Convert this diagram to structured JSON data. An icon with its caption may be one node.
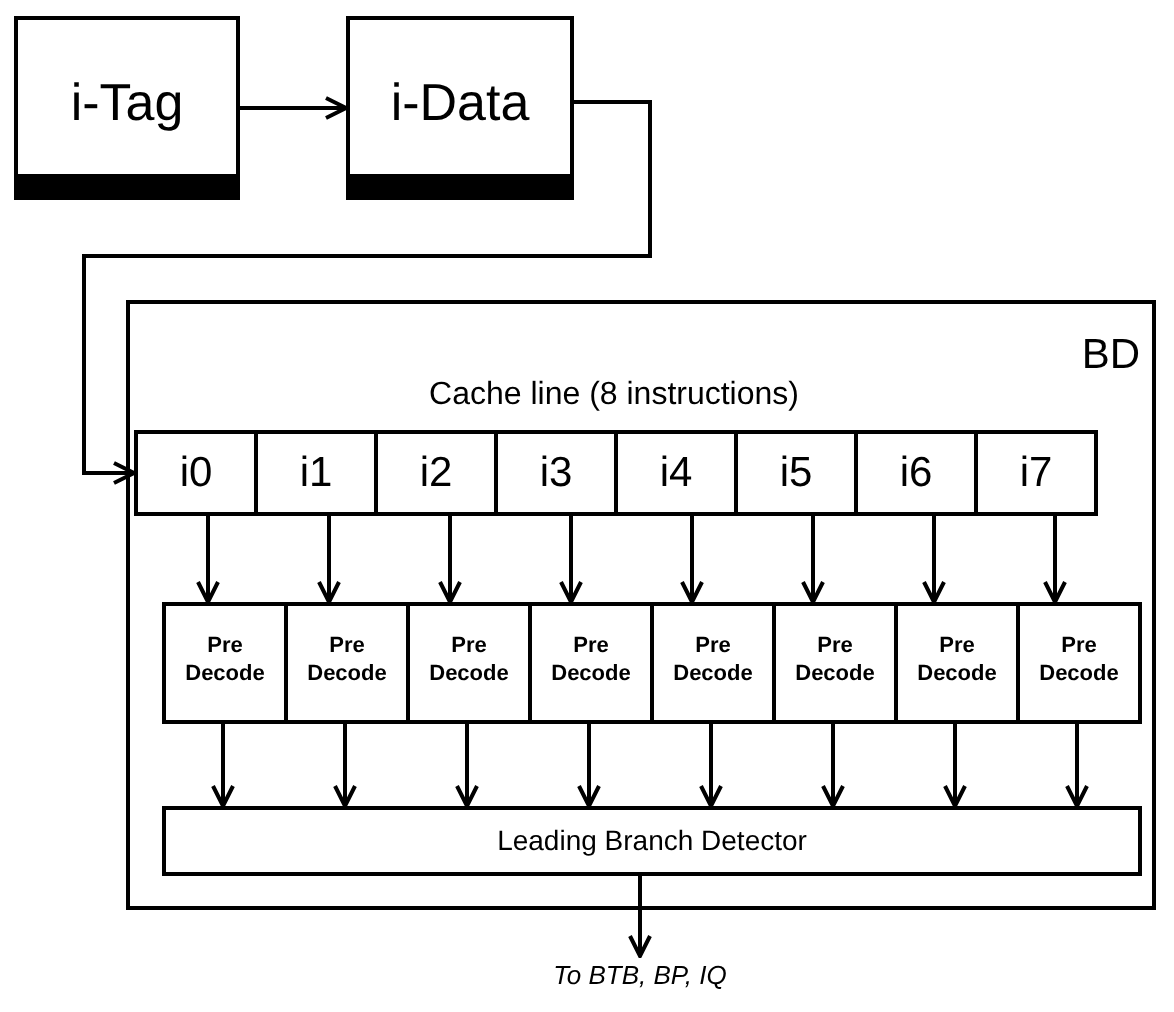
{
  "diagram": {
    "nodes": [
      {
        "text": [
          "i-Tag"
        ]
      },
      {
        "text": [
          "i-Data"
        ]
      },
      {
        "text": [
          "BD"
        ]
      },
      {
        "text": [
          "Cache line (8 instructions)"
        ],
        "in": 2
      },
      {
        "text": [
          "i0"
        ],
        "in": 3
      },
      {
        "text": [
          "i1"
        ],
        "in": 3
      },
      {
        "text": [
          "i2"
        ],
        "in": 3
      },
      {
        "text": [
          "i3"
        ],
        "in": 3
      },
      {
        "text": [
          "i4"
        ],
        "in": 3
      },
      {
        "text": [
          "i5"
        ],
        "in": 3
      },
      {
        "text": [
          "i6"
        ],
        "in": 3
      },
      {
        "text": [
          "i7"
        ],
        "in": 3
      },
      {
        "text": [
          "Pre Decode"
        ],
        "in": 2
      },
      {
        "text": [
          "Pre Decode"
        ],
        "in": 2
      },
      {
        "text": [
          "Pre Decode"
        ],
        "in": 2
      },
      {
        "text": [
          "Pre Decode"
        ],
        "in": 2
      },
      {
        "text": [
          "Pre Decode"
        ],
        "in": 2
      },
      {
        "text": [
          "Pre Decode"
        ],
        "in": 2
      },
      {
        "text": [
          "Pre Decode"
        ],
        "in": 2
      },
      {
        "text": [
          "Pre Decode"
        ],
        "in": 2
      },
      {
        "text": [
          "Leading Branch Detector"
        ],
        "in": 2
      },
      {
        "text": [
          "To BTB, BP, IQ"
        ]
      }
    ],
    "edges": [
      {
        "from": 0,
        "to": 1,
        "arrow": "to"
      },
      {
        "from": 1,
        "to": 4,
        "arrow": "to"
      },
      {
        "from": 4,
        "to": 12,
        "arrow": "to"
      },
      {
        "from": 5,
        "to": 13,
        "arrow": "to"
      },
      {
        "from": 6,
        "to": 14,
        "arrow": "to"
      },
      {
        "from": 7,
        "to": 15,
        "arrow": "to"
      },
      {
        "from": 8,
        "to": 16,
        "arrow": "to"
      },
      {
        "from": 9,
        "to": 17,
        "arrow": "to"
      },
      {
        "from": 10,
        "to": 18,
        "arrow": "to"
      },
      {
        "from": 11,
        "to": 19,
        "arrow": "to"
      },
      {
        "from": 12,
        "to": 20,
        "arrow": "to"
      },
      {
        "from": 13,
        "to": 20,
        "arrow": "to"
      },
      {
        "from": 14,
        "to": 20,
        "arrow": "to"
      },
      {
        "from": 15,
        "to": 20,
        "arrow": "to"
      },
      {
        "from": 16,
        "to": 20,
        "arrow": "to"
      },
      {
        "from": 17,
        "to": 20,
        "arrow": "to"
      },
      {
        "from": 18,
        "to": 20,
        "arrow": "to"
      },
      {
        "from": 19,
        "to": 20,
        "arrow": "to"
      },
      {
        "from": 20,
        "to": 21,
        "arrow": "to"
      }
    ]
  }
}
